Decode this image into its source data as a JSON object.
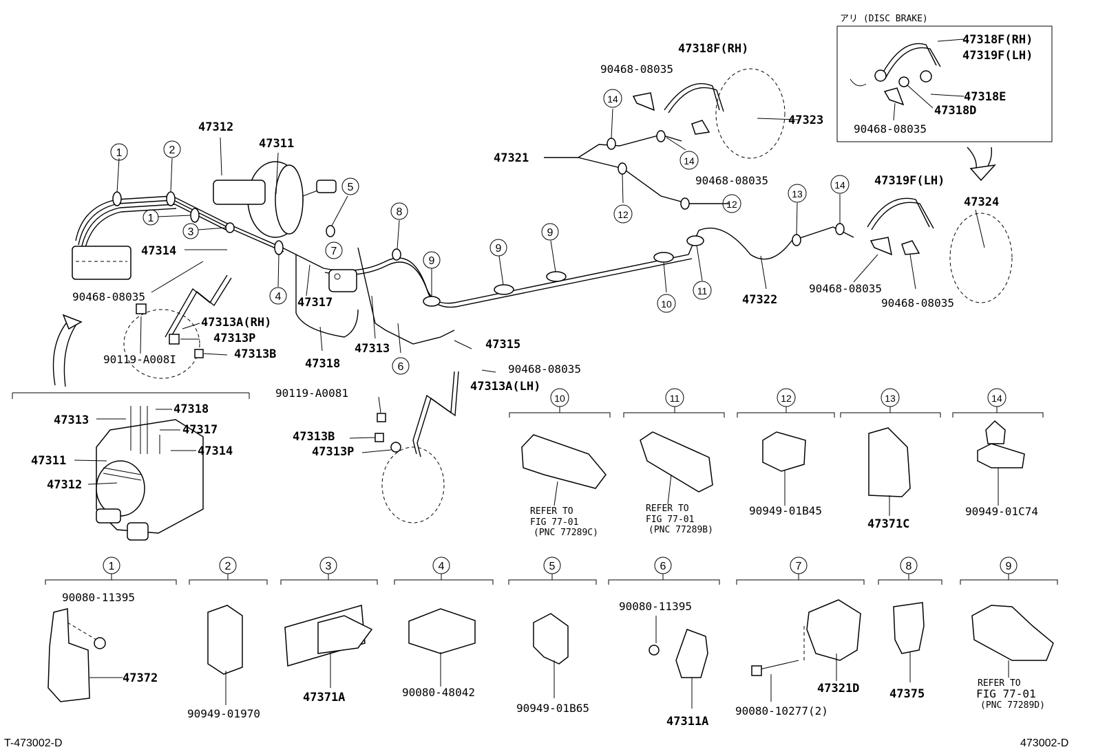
{
  "labels": {
    "p47312": "47312",
    "p47311": "47311",
    "p47314": "47314",
    "p90468_a": "90468-08035",
    "p47313A_rh": "47313A(RH)",
    "p47313P_a": "47313P",
    "p47313B_a": "47313B",
    "p90119_a": "90119-A008I",
    "p47317": "47317",
    "p47318": "47318",
    "p47313": "47313",
    "p47315": "47315",
    "p90468_b": "90468-08035",
    "p47313A_lh": "47313A(LH)",
    "p90119_b": "90119-A0081",
    "p47313B_b": "47313B",
    "p47313P_b": "47313P",
    "p47321": "47321",
    "p90468_c": "90468-08035",
    "p47318F_rh": "47318F(RH)",
    "p47323": "47323",
    "p90468_d": "90468-08035",
    "p47322": "47322",
    "p47319F_lh": "47319F(LH)",
    "p47324": "47324",
    "p90468_e": "90468-08035",
    "p90468_f": "90468-08035"
  },
  "inset_disc": {
    "title": "アリ (DISC BRAKE)",
    "l1": "47318F(RH)",
    "l2": "47319F(LH)",
    "l3": "47318E",
    "l4": "47318D",
    "l5": "90468-08035"
  },
  "inset_master": {
    "l1": "47318",
    "l2": "47313",
    "l3": "47317",
    "l4": "47311",
    "l5": "47314",
    "l6": "47312"
  },
  "circled": [
    "1",
    "2",
    "1",
    "3",
    "4",
    "5",
    "7",
    "8",
    "9",
    "9",
    "9",
    "6",
    "10",
    "11",
    "12",
    "12",
    "13",
    "14",
    "14",
    "14"
  ],
  "details_top": [
    {
      "num": "10",
      "part": "",
      "ref1": "REFER TO",
      "ref2": "FIG 77-01",
      "ref3": "(PNC 77289C)"
    },
    {
      "num": "11",
      "part": "",
      "ref1": "REFER TO",
      "ref2": "FIG 77-01",
      "ref3": "(PNC 77289B)"
    },
    {
      "num": "12",
      "part": "90949-01B45",
      "ref1": "",
      "ref2": "",
      "ref3": ""
    },
    {
      "num": "13",
      "part": "47371C",
      "ref1": "",
      "ref2": "",
      "ref3": ""
    },
    {
      "num": "14",
      "part": "90949-01C74",
      "ref1": "",
      "ref2": "",
      "ref3": ""
    }
  ],
  "details_bottom": [
    {
      "num": "1",
      "part": "47372",
      "extra": "90080-11395"
    },
    {
      "num": "2",
      "part": "90949-01970",
      "extra": ""
    },
    {
      "num": "3",
      "part": "47371A",
      "extra": ""
    },
    {
      "num": "4",
      "part": "90080-48042",
      "extra": ""
    },
    {
      "num": "5",
      "part": "90949-01B65",
      "extra": ""
    },
    {
      "num": "6",
      "part": "47311A",
      "extra": "90080-11395"
    },
    {
      "num": "7",
      "part": "47321D",
      "extra": "90080-10277(2)"
    },
    {
      "num": "8",
      "part": "47375",
      "extra": ""
    },
    {
      "num": "9",
      "part": "",
      "extra": "",
      "ref1": "REFER TO",
      "ref2": "FIG 77-01",
      "ref3": "(PNC 77289D)"
    }
  ],
  "footer": {
    "left": "T-473002-D",
    "right": "473002-D"
  }
}
